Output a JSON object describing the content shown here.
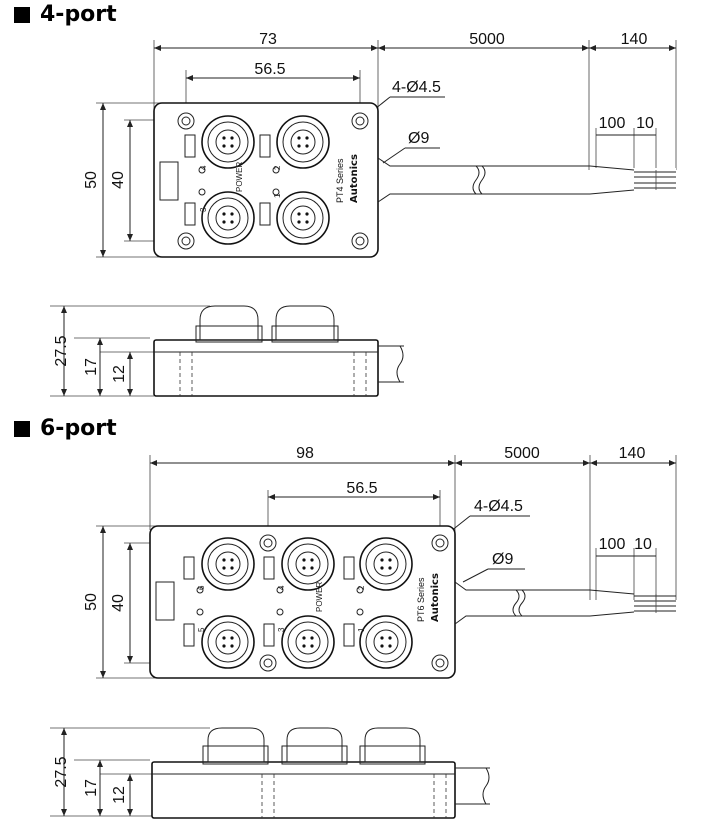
{
  "sections": [
    {
      "heading": "4-port",
      "top": {
        "width": "73",
        "cable_len": "5000",
        "strip_len": "140",
        "pitch": "56.5",
        "holes": "4-Ø4.5",
        "cable_dia": "Ø9",
        "strip_a": "100",
        "strip_b": "10",
        "height": "50",
        "inner_h": "40",
        "series": "PT4 Series",
        "brand": "Autonics",
        "power": "POWER",
        "ports": [
          "4",
          "3",
          "2",
          "1"
        ]
      },
      "side": {
        "h1": "27.5",
        "h2": "17",
        "h3": "12"
      }
    },
    {
      "heading": "6-port",
      "top": {
        "width": "98",
        "cable_len": "5000",
        "strip_len": "140",
        "pitch": "56.5",
        "holes": "4-Ø4.5",
        "cable_dia": "Ø9",
        "strip_a": "100",
        "strip_b": "10",
        "height": "50",
        "inner_h": "40",
        "series": "PT6 Series",
        "brand": "Autonics",
        "power": "POWER",
        "ports": [
          "6",
          "5",
          "4",
          "3",
          "2",
          "1"
        ]
      },
      "side": {
        "h1": "27.5",
        "h2": "17",
        "h3": "12"
      }
    }
  ]
}
